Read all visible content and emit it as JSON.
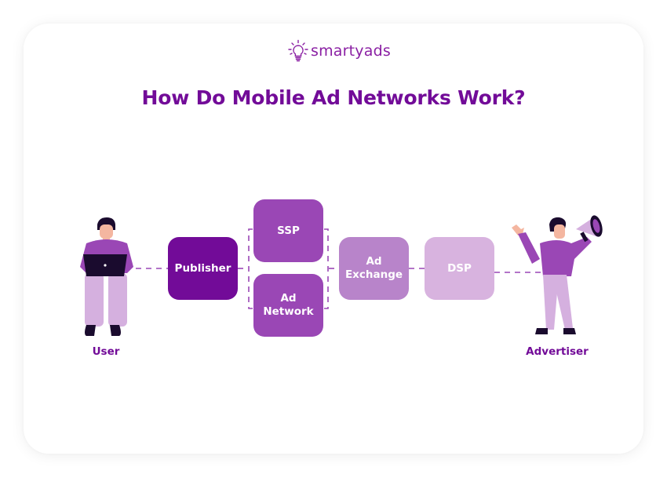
{
  "brand": {
    "name": "smartyads",
    "icon": "lightbulb-icon",
    "color": "#8a1fa3"
  },
  "title": "How Do Mobile Ad Networks Work?",
  "colors": {
    "title": "#720b98",
    "publisher": "#720b98",
    "ssp": "#9a47b5",
    "ad_network": "#9a47b5",
    "ad_exchange": "#b884ca",
    "dsp": "#d8b3df",
    "connector": "#9a47b5"
  },
  "diagram": {
    "actors": [
      {
        "id": "user",
        "label": "User",
        "icon": "user-with-laptop-illustration"
      },
      {
        "id": "advertiser",
        "label": "Advertiser",
        "icon": "advertiser-with-megaphone-illustration"
      }
    ],
    "nodes": [
      {
        "id": "publisher",
        "label": "Publisher"
      },
      {
        "id": "ssp",
        "label": "SSP"
      },
      {
        "id": "ad_network",
        "label_line1": "Ad",
        "label_line2": "Network"
      },
      {
        "id": "ad_exchange",
        "label_line1": "Ad",
        "label_line2": "Exchange"
      },
      {
        "id": "dsp",
        "label": "DSP"
      }
    ],
    "edges": [
      {
        "from": "user",
        "to": "publisher",
        "style": "dashed"
      },
      {
        "from": "publisher",
        "to": "ssp|ad_network",
        "style": "dashed-bracket"
      },
      {
        "from": "ssp|ad_network",
        "to": "ad_exchange",
        "style": "dashed-bracket"
      },
      {
        "from": "ad_exchange",
        "to": "dsp",
        "style": "dashed"
      },
      {
        "from": "dsp",
        "to": "advertiser",
        "style": "dashed"
      }
    ]
  }
}
